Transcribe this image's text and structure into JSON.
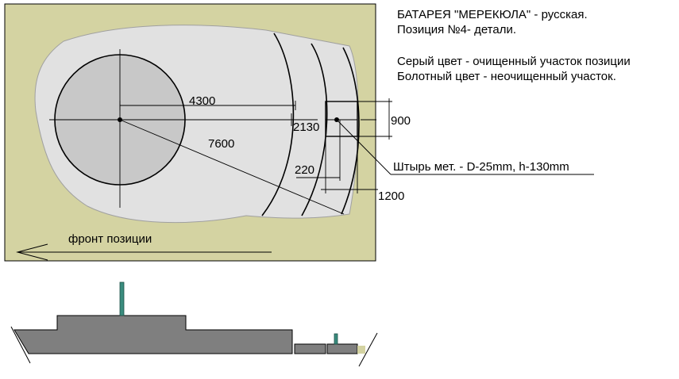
{
  "title": {
    "line1": "БАТАРЕЯ \"МЕРЕКЮЛА\" - русская.",
    "line2": "Позиция №4- детали."
  },
  "legend": {
    "gray": "Серый цвет - очищенный участок позиции",
    "swamp": "Болотный цвет - неочищенный участок."
  },
  "dimensions": {
    "d4300": "4300",
    "d7600": "7600",
    "d2130": "2130",
    "d900": "900",
    "d220": "220",
    "d1200": "1200"
  },
  "pin_label": "Штырь мет. - D-25mm,  h-130mm",
  "front_label": "фронт позиции",
  "colors": {
    "swamp": "#d4d3a2",
    "cleared": "#e1e1e1",
    "circle": "#c8c8c8",
    "section": "#7f7f7f",
    "pin": "#3a8c7e"
  }
}
